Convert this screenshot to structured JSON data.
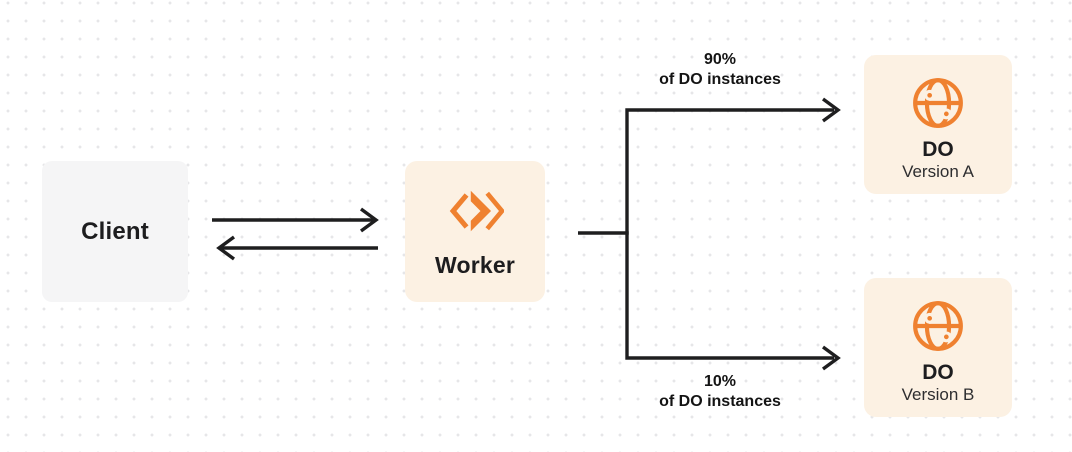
{
  "colors": {
    "canvas_bg": "#ffffff",
    "dot_grid": "#e6e6e8",
    "client_node_bg": "#f5f5f6",
    "cream_node_bg": "#fcf1e3",
    "accent_orange": "#ef8130",
    "line_color": "#1e1e1f",
    "text_color": "#1d1d1f"
  },
  "nodes": {
    "client": {
      "label": "Client"
    },
    "worker": {
      "label": "Worker",
      "icon": "workers-icon"
    },
    "do_version_a": {
      "title": "DO",
      "subtitle": "Version A",
      "icon": "globe-icon"
    },
    "do_version_b": {
      "title": "DO",
      "subtitle": "Version B",
      "icon": "globe-icon"
    }
  },
  "edges": {
    "branch_top": {
      "label_line1": "90%",
      "label_line2": "of DO instances"
    },
    "branch_bottom": {
      "label_line1": "10%",
      "label_line2": "of DO instances"
    }
  }
}
